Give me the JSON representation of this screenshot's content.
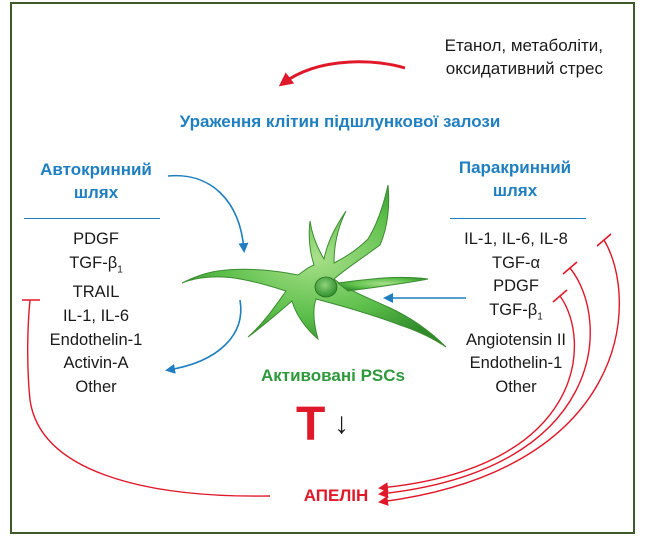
{
  "trigger": {
    "line1": "Етанол, метаболіти,",
    "line2": "оксидативний стрес"
  },
  "damage_label": "Ураження клітин підшлункової залози",
  "autocrine": {
    "title_line1": "Автокринний",
    "title_line2": "шлях",
    "items": [
      "PDGF",
      "TGF-β",
      "TRAIL",
      "IL-1, IL-6",
      "Endothelin-1",
      "Activin-A",
      "Other"
    ],
    "subscript_item_1": "1"
  },
  "paracrine": {
    "title_line1": "Паракринний",
    "title_line2": "шлях",
    "items": [
      "IL-1, IL-6, IL-8",
      "TGF-α",
      "PDGF",
      "TGF-β",
      "Angiotensin II",
      "Endothelin-1",
      "Other"
    ],
    "subscript_item_3": "1"
  },
  "cells_label": "Активовані PSCs",
  "inhibition_symbol": "T",
  "down_arrow": "↓",
  "apelin_label": "АПЕЛІН",
  "colors": {
    "blue": "#1f7fc0",
    "red": "#e0192a",
    "green": "#2e9a3c",
    "frame": "#3f5a2a"
  },
  "icons": {
    "cell": "stellate-cell-icon"
  }
}
